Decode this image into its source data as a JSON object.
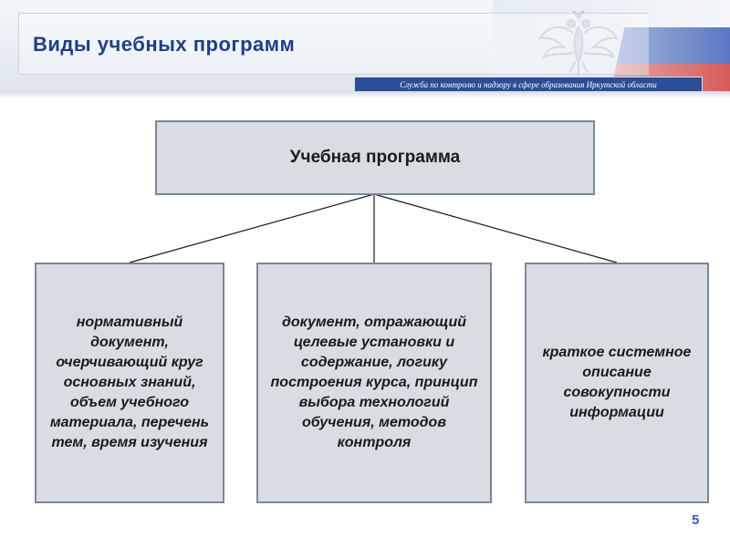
{
  "header": {
    "title": "Виды учебных программ",
    "subtitle": "Служба по контролю и надзору в сфере образования Иркутской области"
  },
  "diagram": {
    "root": "Учебная программа",
    "children": [
      "нормативный документ, очерчивающий круг основных знаний, объем учебного материала, перечень тем, время изучения",
      "документ, отражающий целевые установки и содержание, логику построения курса, принцип выбора технологий обучения, методов контроля",
      "краткое системное описание совокупности информации"
    ]
  },
  "footer": {
    "page_number": "5"
  },
  "colors": {
    "title": "#1f3f84",
    "subtitle_bar": "#2c4d95",
    "box_fill": "#d9dde3",
    "box_border": "#7e8694",
    "page_number": "#3a5db0"
  },
  "icons": [
    "double-headed-eagle-emblem",
    "russian-flag"
  ]
}
